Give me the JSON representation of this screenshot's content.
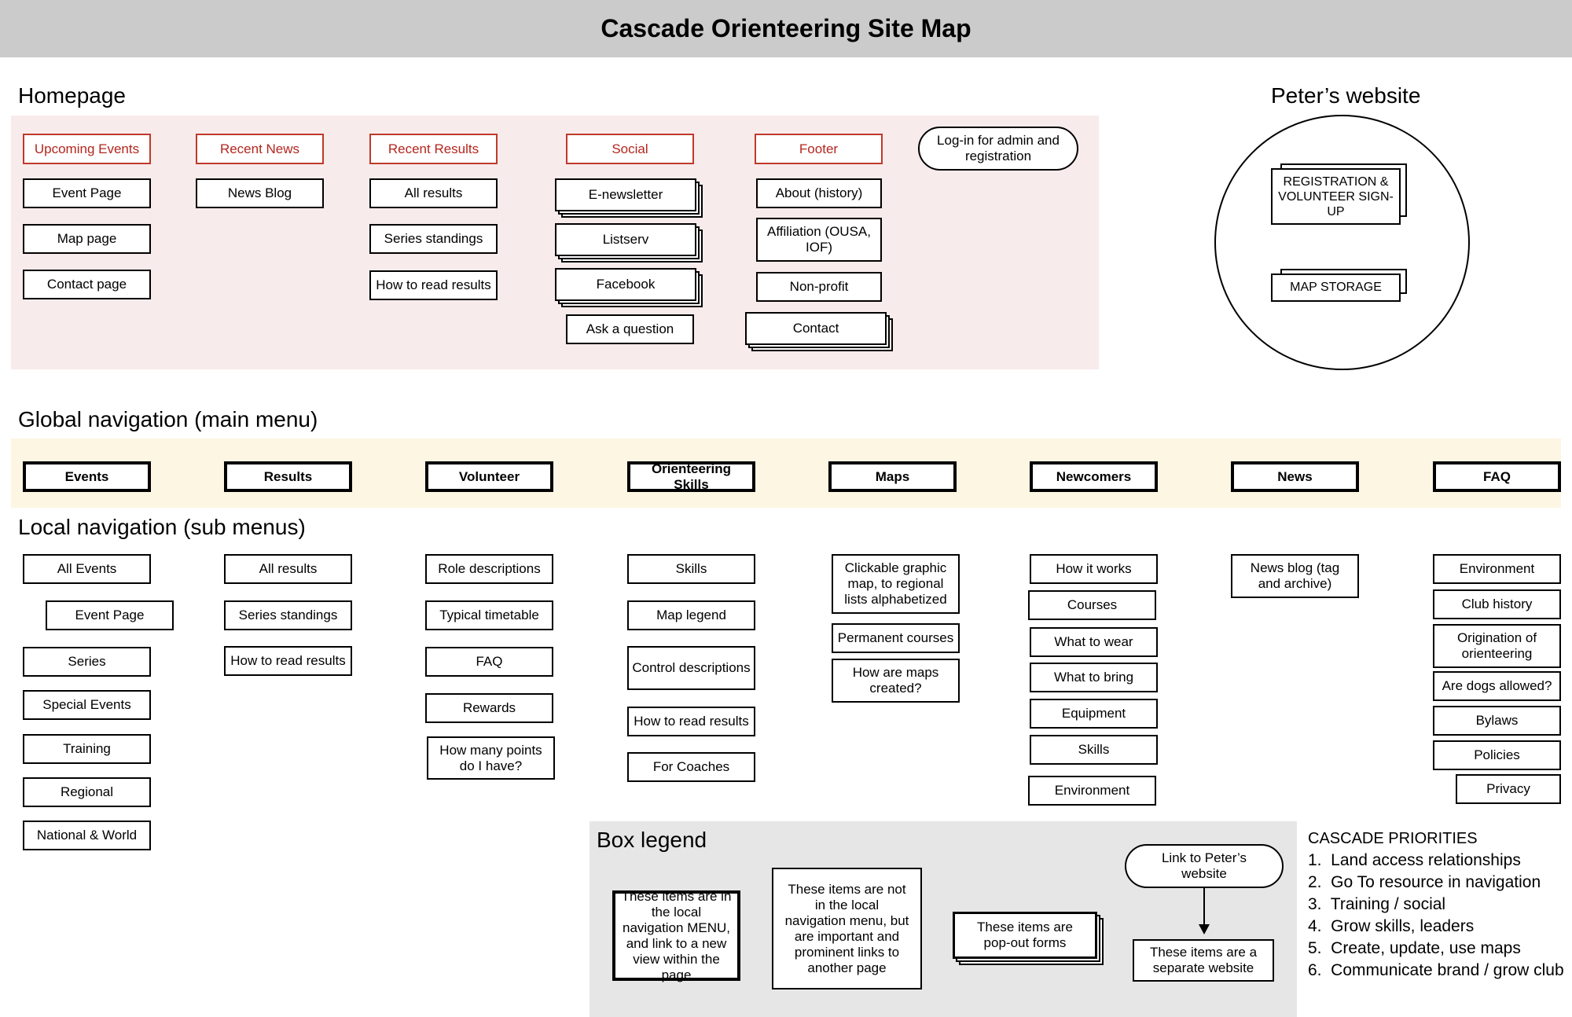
{
  "title": "Cascade Orienteering Site Map",
  "sections": {
    "homepage": "Homepage",
    "peters_website": "Peter’s website",
    "global_nav": "Global navigation (main menu)",
    "local_nav": "Local navigation (sub menus)",
    "box_legend": "Box legend"
  },
  "homepage": {
    "headers": [
      "Upcoming Events",
      "Recent News",
      "Recent Results",
      "Social",
      "Footer"
    ],
    "login": "Log-in for admin and registration",
    "upcoming_events": [
      "Event Page",
      "Map page",
      "Contact page"
    ],
    "recent_news": [
      "News Blog"
    ],
    "recent_results": [
      "All results",
      "Series standings",
      "How to read results"
    ],
    "social": [
      "E-newsletter",
      "Listserv",
      "Facebook",
      "Ask a question"
    ],
    "footer": [
      "About (history)",
      "Affiliation (OUSA, IOF)",
      "Non-profit",
      "Contact"
    ]
  },
  "peters": {
    "items": [
      "REGISTRATION & VOLUNTEER SIGN-UP",
      "MAP STORAGE"
    ]
  },
  "global_nav": [
    "Events",
    "Results",
    "Volunteer",
    "Orienteering Skills",
    "Maps",
    "Newcomers",
    "News",
    "FAQ"
  ],
  "local_nav": {
    "events": [
      "All Events",
      "Event Page",
      "Series",
      "Special Events",
      "Training",
      "Regional",
      "National & World"
    ],
    "results": [
      "All results",
      "Series standings",
      "How to read results"
    ],
    "volunteer": [
      "Role descriptions",
      "Typical timetable",
      "FAQ",
      "Rewards",
      "How many points do I have?"
    ],
    "skills": [
      "Skills",
      "Map legend",
      "Control descriptions",
      "How to read results",
      "For Coaches"
    ],
    "maps": [
      "Clickable graphic map, to regional lists alphabetized",
      "Permanent courses",
      "How are maps created?"
    ],
    "newcomers": [
      "How it works",
      "Courses",
      "What to wear",
      "What to bring",
      "Equipment",
      "Skills",
      "Environment"
    ],
    "news": [
      "News blog (tag and archive)"
    ],
    "faq": [
      "Environment",
      "Club history",
      "Origination of orienteering",
      "Are dogs allowed?",
      "Bylaws",
      "Policies",
      "Privacy"
    ]
  },
  "legend": {
    "menu": "These items are in the local navigation MENU, and link to a new view within the page",
    "doc": "These items are not in the local navigation menu, but are important and prominent links to another page",
    "popout": "These items are pop-out forms",
    "link": "Link to Peter’s website",
    "separate": "These items are a separate website"
  },
  "priorities": {
    "title": "CASCADE PRIORITIES",
    "items": [
      "1.  Land access relationships",
      "2.  Go To resource in navigation",
      "3.  Training / social",
      "4.  Grow skills, leaders",
      "5.  Create, update, use maps",
      "6.  Communicate brand / grow club"
    ]
  },
  "colors": {
    "header_bg": "#cbcbcb",
    "homepage_bg": "#f8ebeb",
    "global_bg": "#fdf6e3",
    "legend_bg": "#e6e6e6",
    "accent_red": "#b3261e"
  }
}
